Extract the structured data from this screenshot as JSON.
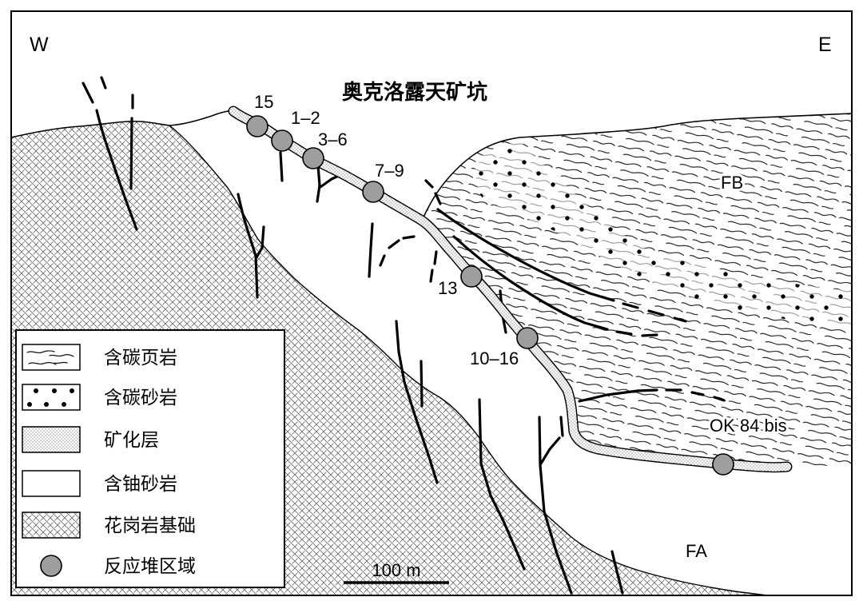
{
  "title": "奥克洛露天矿坑",
  "compass": {
    "west": "W",
    "east": "E"
  },
  "formations": {
    "fb": "FB",
    "fa": "FA"
  },
  "reactor_zones": [
    {
      "label": "15"
    },
    {
      "label": "1–2"
    },
    {
      "label": "3–6"
    },
    {
      "label": "7–9"
    },
    {
      "label": "13"
    },
    {
      "label": "10–16"
    },
    {
      "label": "OK 84 bis"
    }
  ],
  "scale_bar": {
    "label": "100 m"
  },
  "legend": {
    "items": [
      {
        "label": "含碳页岩",
        "icon": "wavy-lines-swatch"
      },
      {
        "label": "含碳砂岩",
        "icon": "dots-swatch"
      },
      {
        "label": "矿化层",
        "icon": "stipple-swatch"
      },
      {
        "label": "含铀砂岩",
        "icon": "blank-swatch"
      },
      {
        "label": "花岗岩基础",
        "icon": "cross-hatch-swatch"
      },
      {
        "label": "反应堆区域",
        "icon": "gray-circle-icon"
      }
    ]
  },
  "colors": {
    "reactor_fill": "#9e9e9e",
    "outline": "#000000"
  }
}
